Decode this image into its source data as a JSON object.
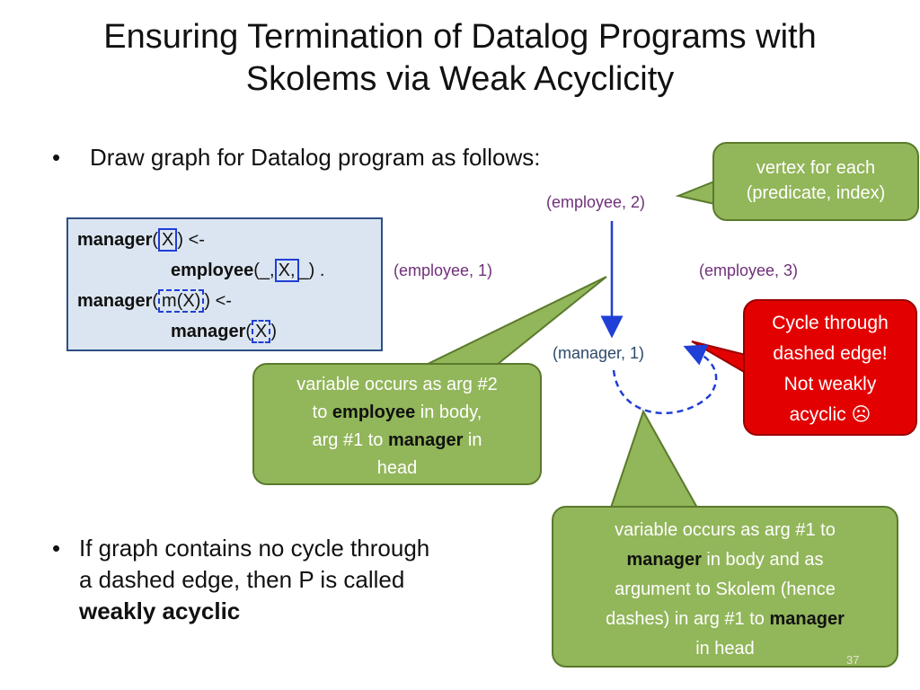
{
  "title": {
    "line1": "Ensuring Termination of Datalog Programs with",
    "line2": "Skolems via Weak Acyclicity"
  },
  "bullets": [
    {
      "marker": "•",
      "text": "Draw graph for Datalog program as follows:"
    },
    {
      "marker": "•",
      "line1": "If graph contains no cycle through",
      "line2": "a dashed edge, then P is called",
      "line3_bold": "weakly acyclic"
    }
  ],
  "code": {
    "rule1_head_pred": "manager",
    "rule1_head_arg_open": "(",
    "rule1_head_arg": "X",
    "rule1_head_arg_close": ")",
    "rule1_arrow": " <-",
    "rule1_body_pred": "employee",
    "rule1_body_pre": "(_,",
    "rule1_body_arg": "X,",
    "rule1_body_post": "_) .",
    "rule2_head_pred": "manager",
    "rule2_head_arg_open": "(",
    "rule2_head_arg": "m(X)",
    "rule2_head_arg_close": ")",
    "rule2_arrow": " <-",
    "rule2_body_pred": "manager",
    "rule2_body_arg_open": "(",
    "rule2_body_arg": "X",
    "rule2_body_arg_close": ")"
  },
  "nodes": {
    "employee2": "(employee, 2)",
    "employee1": "(employee, 1)",
    "employee3": "(employee, 3)",
    "manager1": "(manager, 1)"
  },
  "callouts": {
    "vertex": {
      "line1": "vertex for each",
      "line2": "(predicate, index)"
    },
    "cycle": {
      "line1": "Cycle through",
      "line2": "dashed edge!",
      "line3": "Not weakly",
      "line4": "acyclic ☹"
    },
    "solid_edge": {
      "line1": "variable occurs as arg #2",
      "line2_pre": "to ",
      "line2_bold": "employee",
      "line2_post": " in body,",
      "line3_pre": "arg #1 to ",
      "line3_bold": "manager",
      "line3_post": " in",
      "line4": "head"
    },
    "dashed_edge": {
      "line1": "variable occurs as arg #1 to",
      "line2_bold": "manager",
      "line2_post": " in body and as",
      "line3": "argument to Skolem (hence",
      "line4_pre": "dashes) in arg #1 to ",
      "line4_bold": "manager",
      "line5": "in head"
    }
  },
  "slide_number": "37",
  "colors": {
    "callout_green": "#92b65a",
    "callout_red": "#e30000",
    "code_box_bg": "#dbe5f1",
    "edge_blue": "#1f3fd6",
    "node_purple": "#70307a"
  }
}
